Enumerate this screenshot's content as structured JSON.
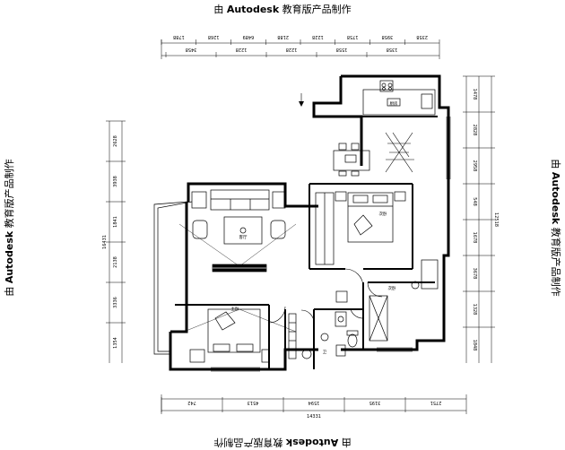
{
  "watermark": {
    "prefix": "由 ",
    "brand": "Autodesk",
    "suffix": " 教育版产品制作"
  },
  "top_dims_outer": [
    "1788",
    "1268",
    "6489",
    "2188",
    "1228",
    "1758",
    "3958",
    "2358"
  ],
  "top_dims_inner": [
    "3458",
    "1228",
    "1228",
    "1558",
    "1358"
  ],
  "bottom_dims": [
    "742",
    "4513",
    "1594",
    "3195",
    "2751"
  ],
  "bottom_total": "14331",
  "left_dims": [
    "2628",
    "3938",
    "1841",
    "2138",
    "3336",
    "1354"
  ],
  "left_total": "16431",
  "right_dims": [
    "1478",
    "2828",
    "2958",
    "548",
    "1678",
    "3678",
    "1328",
    "1848"
  ],
  "right_total": "12518",
  "room_labels": {
    "kitchen": "厨房",
    "living": "客厅",
    "bedroom2": "次卧",
    "master": "主卧",
    "bedroom3": "次卧",
    "bath": "卫"
  }
}
